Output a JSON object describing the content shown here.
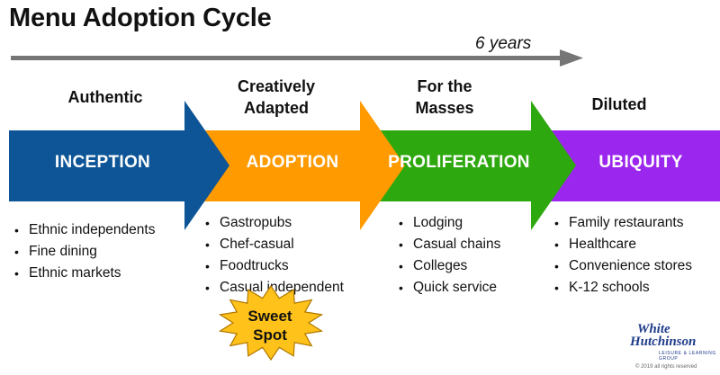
{
  "title": "Menu Adoption Cycle",
  "duration": "6 years",
  "colors": {
    "inception": "#0d5596",
    "adoption": "#ff9a00",
    "proliferation": "#2ea80f",
    "ubiquity": "#9b26ee",
    "timeline_arrow": "#767676",
    "sweet_spot": "#ffc21a"
  },
  "stages": [
    {
      "heading": "Authentic",
      "name": "INCEPTION",
      "examples": [
        "Ethnic independents",
        "Fine dining",
        "Ethnic markets"
      ]
    },
    {
      "heading": "Creatively\nAdapted",
      "name": "ADOPTION",
      "examples": [
        "Gastropubs",
        "Chef-casual",
        "Foodtrucks",
        "Casual independent"
      ]
    },
    {
      "heading": "For the\nMasses",
      "name": "PROLIFERATION",
      "examples": [
        "Lodging",
        "Casual chains",
        "Colleges",
        "Quick service"
      ]
    },
    {
      "heading": "Diluted",
      "name": "UBIQUITY",
      "examples": [
        "Family restaurants",
        "Healthcare",
        "Convenience stores",
        "K-12 schools"
      ]
    }
  ],
  "sweet_spot": "Sweet\nSpot",
  "logo": {
    "line1": "White",
    "line2": "Hutchinson",
    "tagline": "LEISURE & LEARNING GROUP",
    "copyright": "© 2019 all rights reserved"
  }
}
